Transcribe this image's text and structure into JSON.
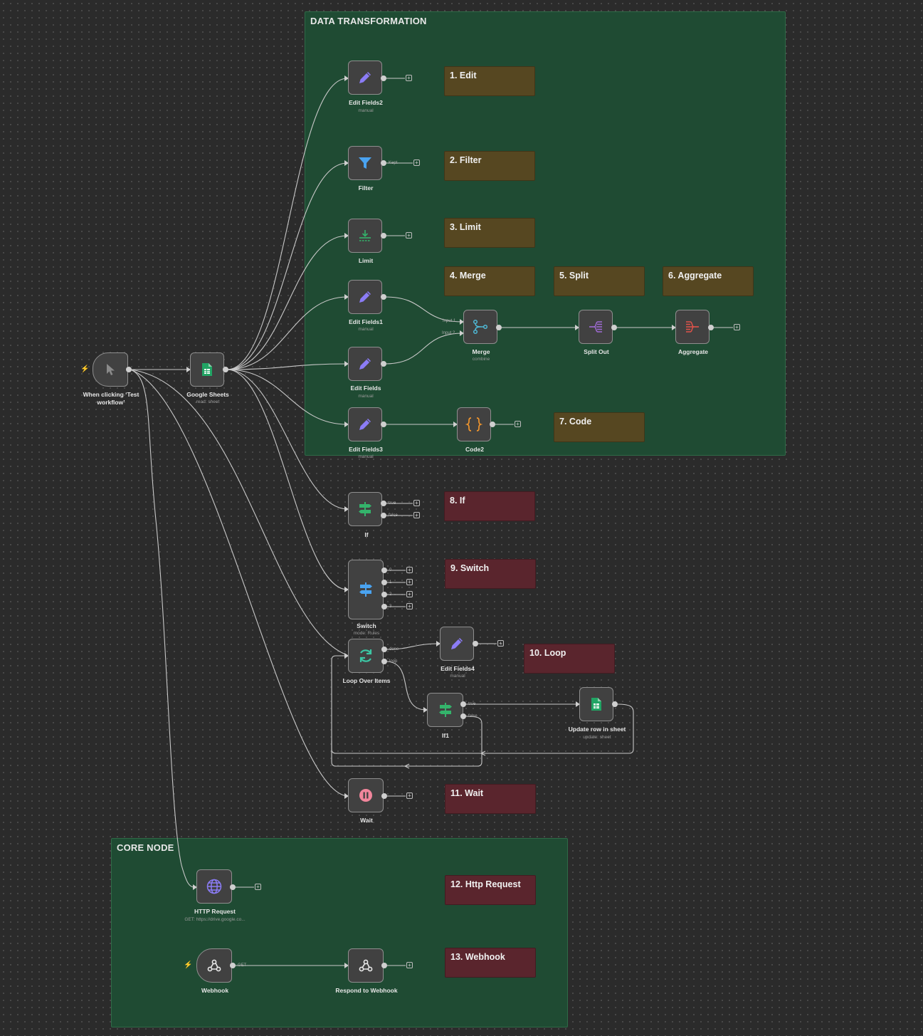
{
  "groups": {
    "data_transformation": "DATA TRANSFORMATION",
    "core_node": "CORE NODE"
  },
  "notes": {
    "edit": "1. Edit",
    "filter": "2. Filter",
    "limit": "3. Limit",
    "merge": "4. Merge",
    "split": "5. Split",
    "aggregate": "6. Aggregate",
    "code": "7. Code",
    "if": "8. If",
    "switch": "9. Switch",
    "loop": "10. Loop",
    "wait": "11. Wait",
    "http": "12. Http Request",
    "webhook": "13. Webhook"
  },
  "nodes": {
    "trigger": {
      "label": "When clicking ‘Test workflow’"
    },
    "sheets": {
      "label": "Google Sheets",
      "sub": "read: sheet"
    },
    "edit2": {
      "label": "Edit Fields2",
      "sub": "manual"
    },
    "filter": {
      "label": "Filter",
      "port": "Kept"
    },
    "limit": {
      "label": "Limit"
    },
    "edit1": {
      "label": "Edit Fields1",
      "sub": "manual"
    },
    "edit": {
      "label": "Edit Fields",
      "sub": "manual"
    },
    "merge": {
      "label": "Merge",
      "sub": "combine",
      "input1": "Input 1",
      "input2": "Input 2"
    },
    "splitout": {
      "label": "Split Out"
    },
    "aggregate": {
      "label": "Aggregate"
    },
    "edit3": {
      "label": "Edit Fields3",
      "sub": "manual"
    },
    "code2": {
      "label": "Code2"
    },
    "if": {
      "label": "If",
      "true": "true",
      "false": "false"
    },
    "switch": {
      "label": "Switch",
      "sub": "mode: Rules",
      "outs": [
        "0",
        "1",
        "2",
        "3"
      ]
    },
    "loop": {
      "label": "Loop Over Items",
      "done": "done",
      "loop": "loop"
    },
    "edit4": {
      "label": "Edit Fields4",
      "sub": "manual"
    },
    "if1": {
      "label": "If1",
      "true": "true",
      "false": "false"
    },
    "update": {
      "label": "Update row in sheet",
      "sub": "update: sheet"
    },
    "wait": {
      "label": "Wait"
    },
    "http": {
      "label": "HTTP Request",
      "sub": "GET: https://drive.google.co..."
    },
    "webhook": {
      "label": "Webhook",
      "port": "GET"
    },
    "respond": {
      "label": "Respond to Webhook"
    }
  },
  "icons": {
    "trigger": "cursor-icon",
    "sheets": "google-sheets-icon",
    "edit": "pencil-icon",
    "filter": "funnel-icon",
    "limit": "limit-icon",
    "merge": "merge-icon",
    "split": "split-out-icon",
    "aggregate": "aggregate-icon",
    "code": "braces-icon",
    "if": "signpost-icon",
    "switch": "signpost-icon",
    "loop": "loop-arrows-icon",
    "wait": "pause-icon",
    "http": "globe-icon",
    "webhook": "webhook-icon"
  },
  "colors": {
    "canvas": "#2b2b2b",
    "group": "#1f4b33",
    "sticky_yellow": "#564721",
    "sticky_red": "#5a252d",
    "wire": "#c8c8c8",
    "edit_purple": "#8b7cf6",
    "filter_blue": "#4aa3f0",
    "sheets_green": "#21a464",
    "merge_teal": "#4fb9d6",
    "split_purple": "#a06ad6",
    "aggregate_red": "#e0534a",
    "code_orange": "#f0952d",
    "if_green": "#34b36b",
    "wait_pink": "#f2869c"
  }
}
